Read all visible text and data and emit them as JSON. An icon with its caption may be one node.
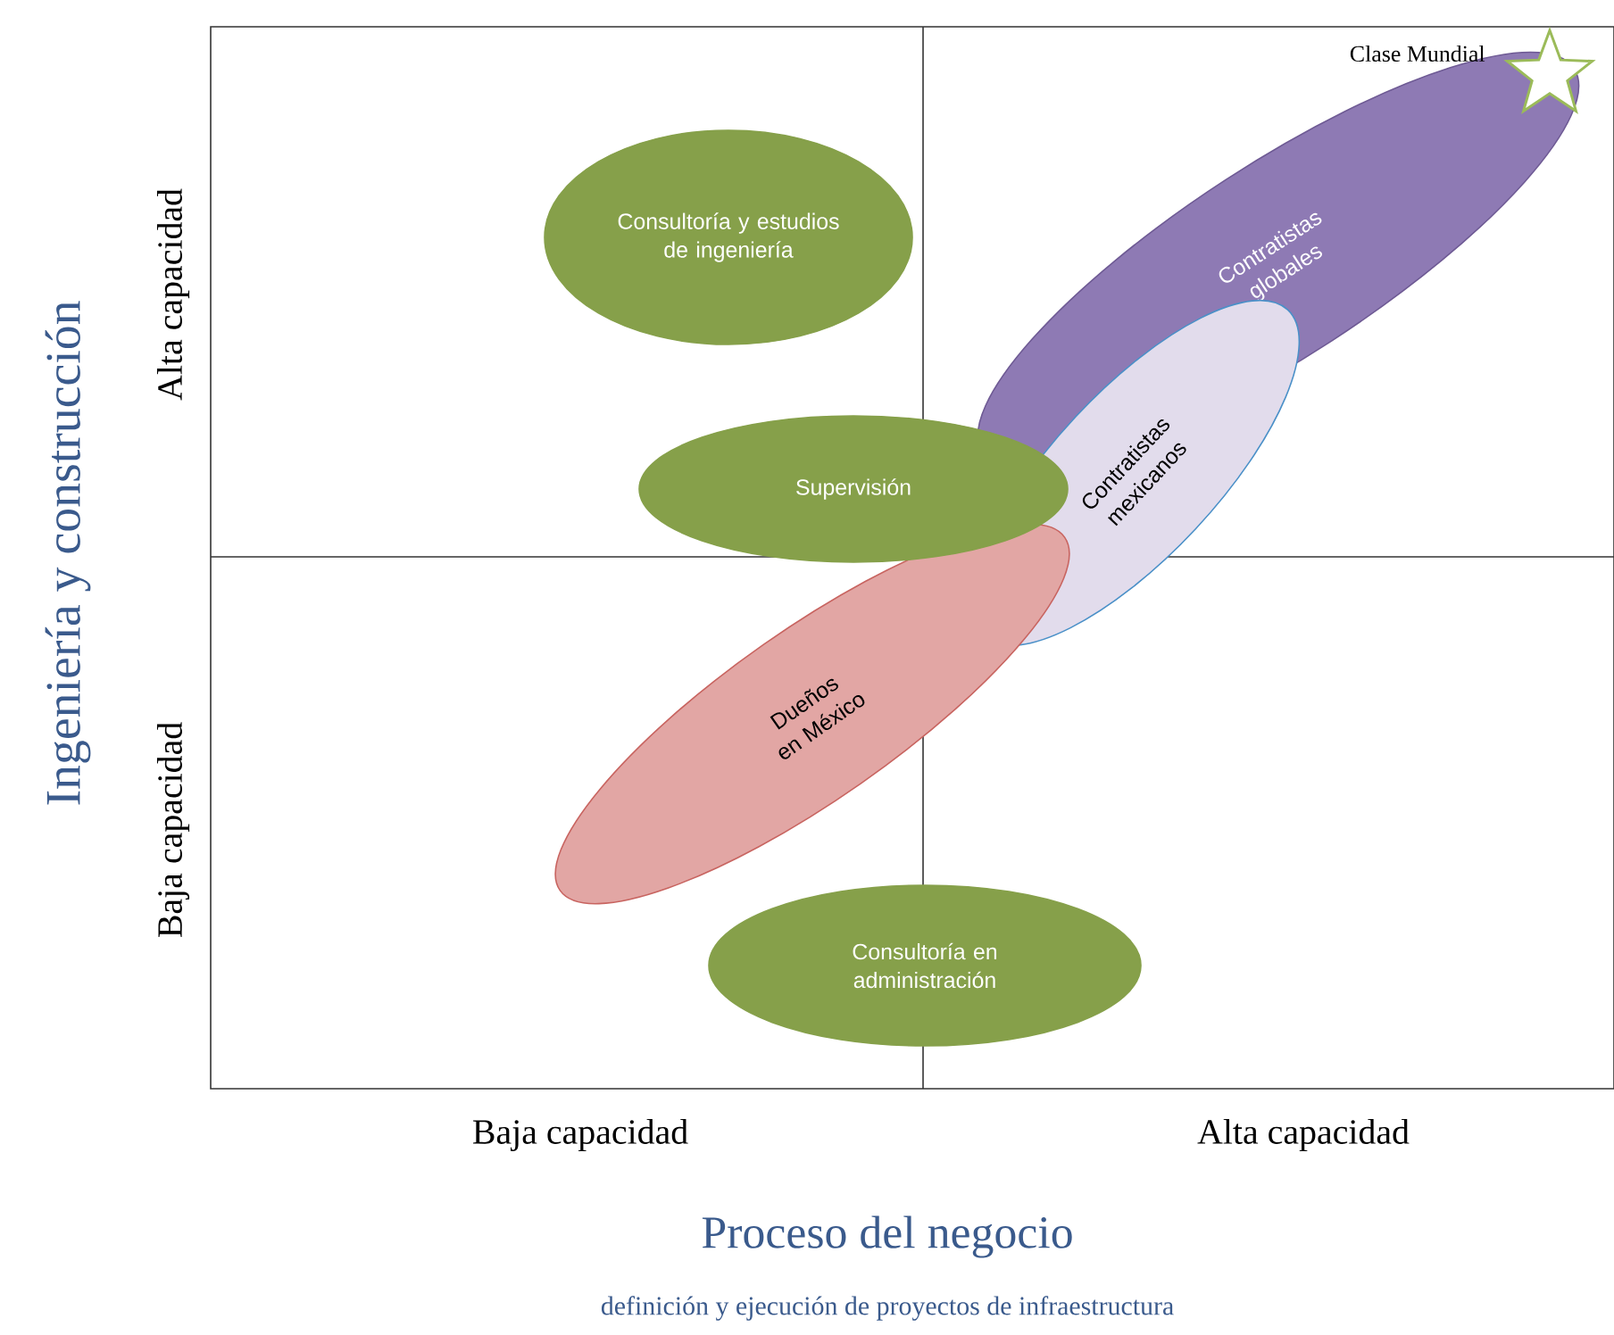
{
  "diagram": {
    "nodes": [
      {
        "text": [
          "Consultoría y estudios de ingeniería"
        ]
      },
      {
        "text": [
          "Contratistas globales"
        ]
      },
      {
        "text": [
          "Contratistas mexicanos"
        ]
      },
      {
        "text": [
          "Supervisión"
        ]
      },
      {
        "text": [
          "Dueños en México"
        ]
      },
      {
        "text": [
          "Consultoría en administración"
        ]
      }
    ],
    "labels": [
      "Clase Mundial",
      "Ingeniería y construcción",
      "Alta capacidad",
      "Baja capacidad",
      "Baja capacidad",
      "Alta capacidad",
      "Proceso del negocio",
      "definición y ejecución de proyectos de infraestructura"
    ]
  }
}
